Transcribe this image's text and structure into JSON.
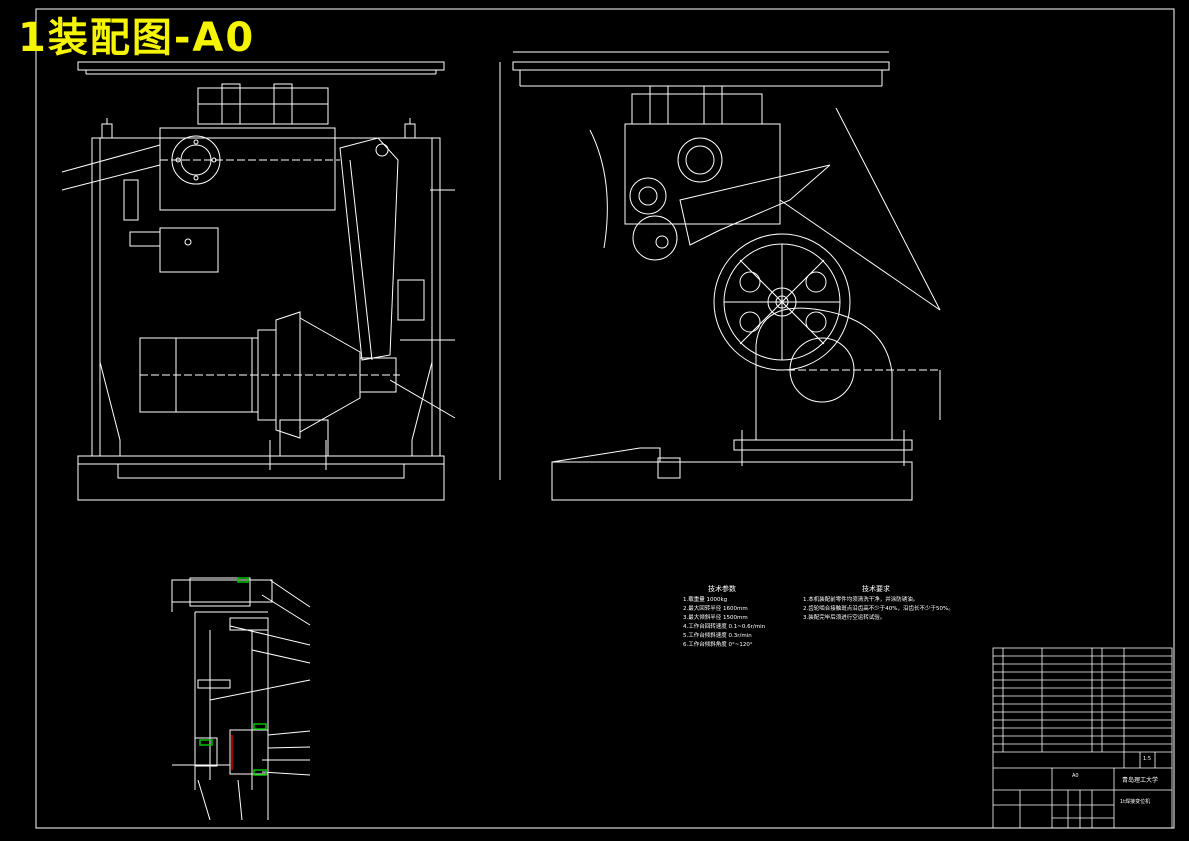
{
  "title": "1装配图-A0",
  "tech_params": {
    "heading": "技术参数",
    "items": [
      "1.载重量 1000kg",
      "2.最大回转半径 1600mm",
      "3.最大倾斜半径 1500mm",
      "4.工作台回转速度 0.1~0.6r/min",
      "5.工作台倾斜速度 0.3r/min",
      "6.工作台倾斜角度 0°~120°"
    ]
  },
  "tech_requirements": {
    "heading": "技术要求",
    "items": [
      "1.本机装配前零件均须清洗干净，并涂防锈油。",
      "2.齿轮啮合接触斑点沿齿高不少于40%，沿齿长不少于50%。",
      "3.装配完毕后须进行空运转试验。"
    ]
  },
  "title_block": {
    "school": "青岛理工大学",
    "drawing_name": "1t焊接变位机",
    "scale": "1:5",
    "sheet": "A0"
  },
  "colors": {
    "background": "#000000",
    "lines": "#ffffff",
    "title": "#f5f500",
    "accent_green": "#00c000",
    "accent_red": "#e00000"
  }
}
